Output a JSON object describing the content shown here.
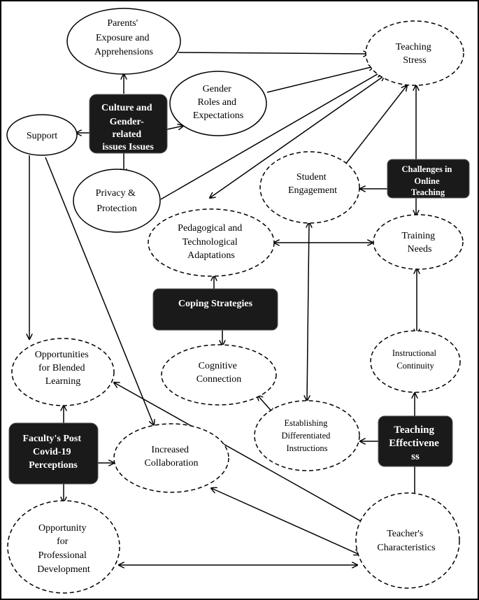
{
  "nodes": {
    "parents_exposure": {
      "lines": [
        "Parents'",
        "Exposure and",
        "Apprehensions"
      ]
    },
    "teaching_stress": {
      "lines": [
        "Teaching",
        "Stress"
      ]
    },
    "gender_roles": {
      "lines": [
        "Gender",
        "Roles and",
        "Expectations"
      ]
    },
    "culture_gender": {
      "lines": [
        "Culture and",
        "Gender-",
        "related",
        "issues Issues"
      ]
    },
    "support": {
      "lines": [
        "Support"
      ]
    },
    "privacy": {
      "lines": [
        "Privacy &",
        "Protection"
      ]
    },
    "student_engagement": {
      "lines": [
        "Student",
        "Engagement"
      ]
    },
    "challenges_online": {
      "lines": [
        "Challenges in",
        "Online",
        "Teaching"
      ]
    },
    "pedagogical": {
      "lines": [
        "Pedagogical and",
        "Technological",
        "Adaptations"
      ]
    },
    "training_needs": {
      "lines": [
        "Training",
        "Needs"
      ]
    },
    "coping_strategies": {
      "lines": [
        "Coping Strategies"
      ]
    },
    "opportunities_blended": {
      "lines": [
        "Opportunities",
        "for Blended",
        "Learning"
      ]
    },
    "cognitive_connection": {
      "lines": [
        "Cognitive",
        "Connection"
      ]
    },
    "instructional_continuity": {
      "lines": [
        "Instructional",
        "Continuity"
      ]
    },
    "faculty_post_covid": {
      "lines": [
        "Faculty's Post",
        "Covid-19",
        "Perceptions"
      ]
    },
    "increased_collaboration": {
      "lines": [
        "Increased",
        "Collaboration"
      ]
    },
    "differentiated": {
      "lines": [
        "Establishing",
        "Differentiated",
        "Instructions"
      ]
    },
    "teaching_effectiveness": {
      "lines": [
        "Teaching",
        "Effectivene",
        "ss"
      ]
    },
    "professional_dev": {
      "lines": [
        "Opportunity",
        "for",
        "Professional",
        "Development"
      ]
    },
    "teachers_characteristics": {
      "lines": [
        "Teacher's",
        "Characteristics"
      ]
    }
  },
  "colors": {
    "box_fill": "#1a1a1a",
    "box_text": "#ffffff",
    "line": "#000000"
  }
}
